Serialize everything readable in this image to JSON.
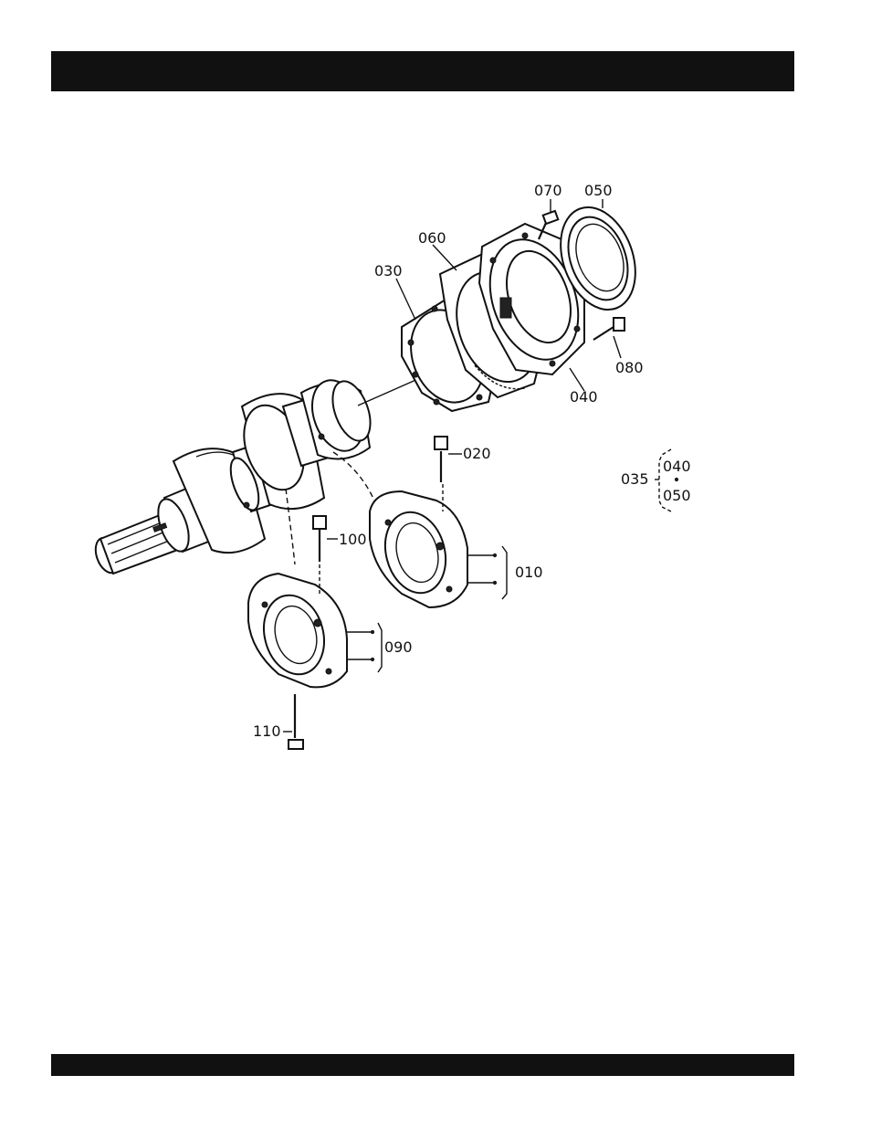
{
  "labels": {
    "p010": "010",
    "p020": "020",
    "p030": "030",
    "p035": "035",
    "p040": "040",
    "p050": "050",
    "p060": "060",
    "p070": "070",
    "p080": "080",
    "p090": "090",
    "p100": "100",
    "p110": "110",
    "sub040": "040",
    "sub050": "050"
  }
}
